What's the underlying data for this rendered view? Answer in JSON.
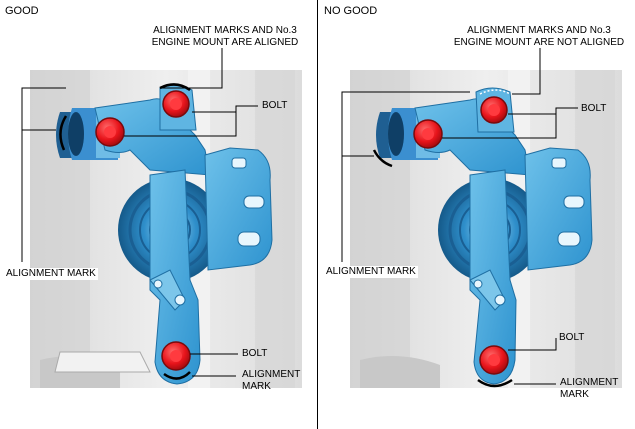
{
  "panels": {
    "good": {
      "title": "GOOD",
      "callout_top_line1": "ALIGNMENT MARKS AND No.3",
      "callout_top_line2": "ENGINE MOUNT ARE ALIGNED",
      "bolt_upper": "BOLT",
      "bolt_lower": "BOLT",
      "alignment_mark_left": "ALIGNMENT MARK",
      "alignment_mark_lower_line1": "ALIGNMENT",
      "alignment_mark_lower_line2": "MARK"
    },
    "no_good": {
      "title": "NO GOOD",
      "callout_top_line1": "ALIGNMENT MARKS AND No.3",
      "callout_top_line2": "ENGINE MOUNT ARE NOT ALIGNED",
      "bolt_upper": "BOLT",
      "bolt_lower": "BOLT",
      "alignment_mark_left": "ALIGNMENT MARK",
      "alignment_mark_lower_line1": "ALIGNMENT",
      "alignment_mark_lower_line2": "MARK"
    }
  },
  "colors": {
    "bracket": "#3aa7dc",
    "bracket_dark": "#1f6fa3",
    "bracket_light": "#7cc6ea",
    "bolt": "#e8141b",
    "bolt_dark": "#8a0a0e",
    "photo_bg": "#e4e4e4"
  }
}
